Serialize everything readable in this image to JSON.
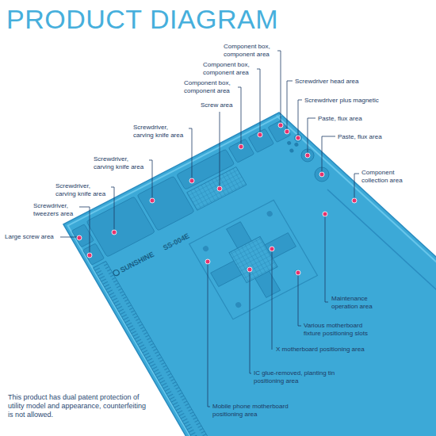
{
  "diagram": {
    "title": "PRODUCT DIAGRAM",
    "labels": [
      "Component box, component area",
      "Component box, component area",
      "Screwdriver head area",
      "Component box, component area",
      "Screw area",
      "Screwdriver plus magnetic",
      "Paste, flux area",
      "Screwdriver, carving knife area",
      "Paste, flux area",
      "Screwdriver, carving knife area",
      "Component collection area",
      "Screwdriver, carving knife area",
      "Screwdriver, tweezers area",
      "Large screw area",
      "SUNSHINE",
      "SS-004E",
      "Maintenance operation area",
      "Various motherboard fixture positioning slots",
      "X motherboard positioning area",
      "IC glue-removed, planting tin positioning area",
      "This product has dual patent protection of utility model and appearance, counterfeiting is not allowed.",
      "Mobile phone motherboard positioning area"
    ]
  }
}
